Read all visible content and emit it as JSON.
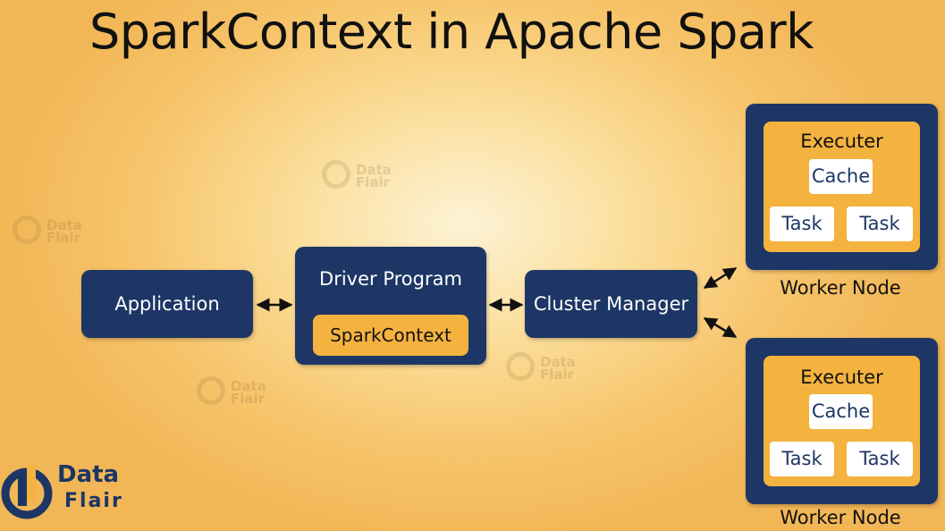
{
  "title": "SparkContext in Apache Spark",
  "application": {
    "label": "Application"
  },
  "driver": {
    "label": "Driver Program",
    "context_label": "SparkContext"
  },
  "cluster_manager": {
    "label": "Cluster Manager"
  },
  "workers": [
    {
      "executor_label": "Executer",
      "cache_label": "Cache",
      "task1_label": "Task",
      "task2_label": "Task",
      "node_label": "Worker Node"
    },
    {
      "executor_label": "Executer",
      "cache_label": "Cache",
      "task1_label": "Task",
      "task2_label": "Task",
      "node_label": "Worker Node"
    }
  ],
  "logo": {
    "line1": "Data",
    "line2": "Flair"
  },
  "watermark": {
    "line1": "Data",
    "line2": "Flair"
  },
  "colors": {
    "navy": "#1d3665",
    "orange": "#f4b23f",
    "background": "#f6c46a"
  }
}
